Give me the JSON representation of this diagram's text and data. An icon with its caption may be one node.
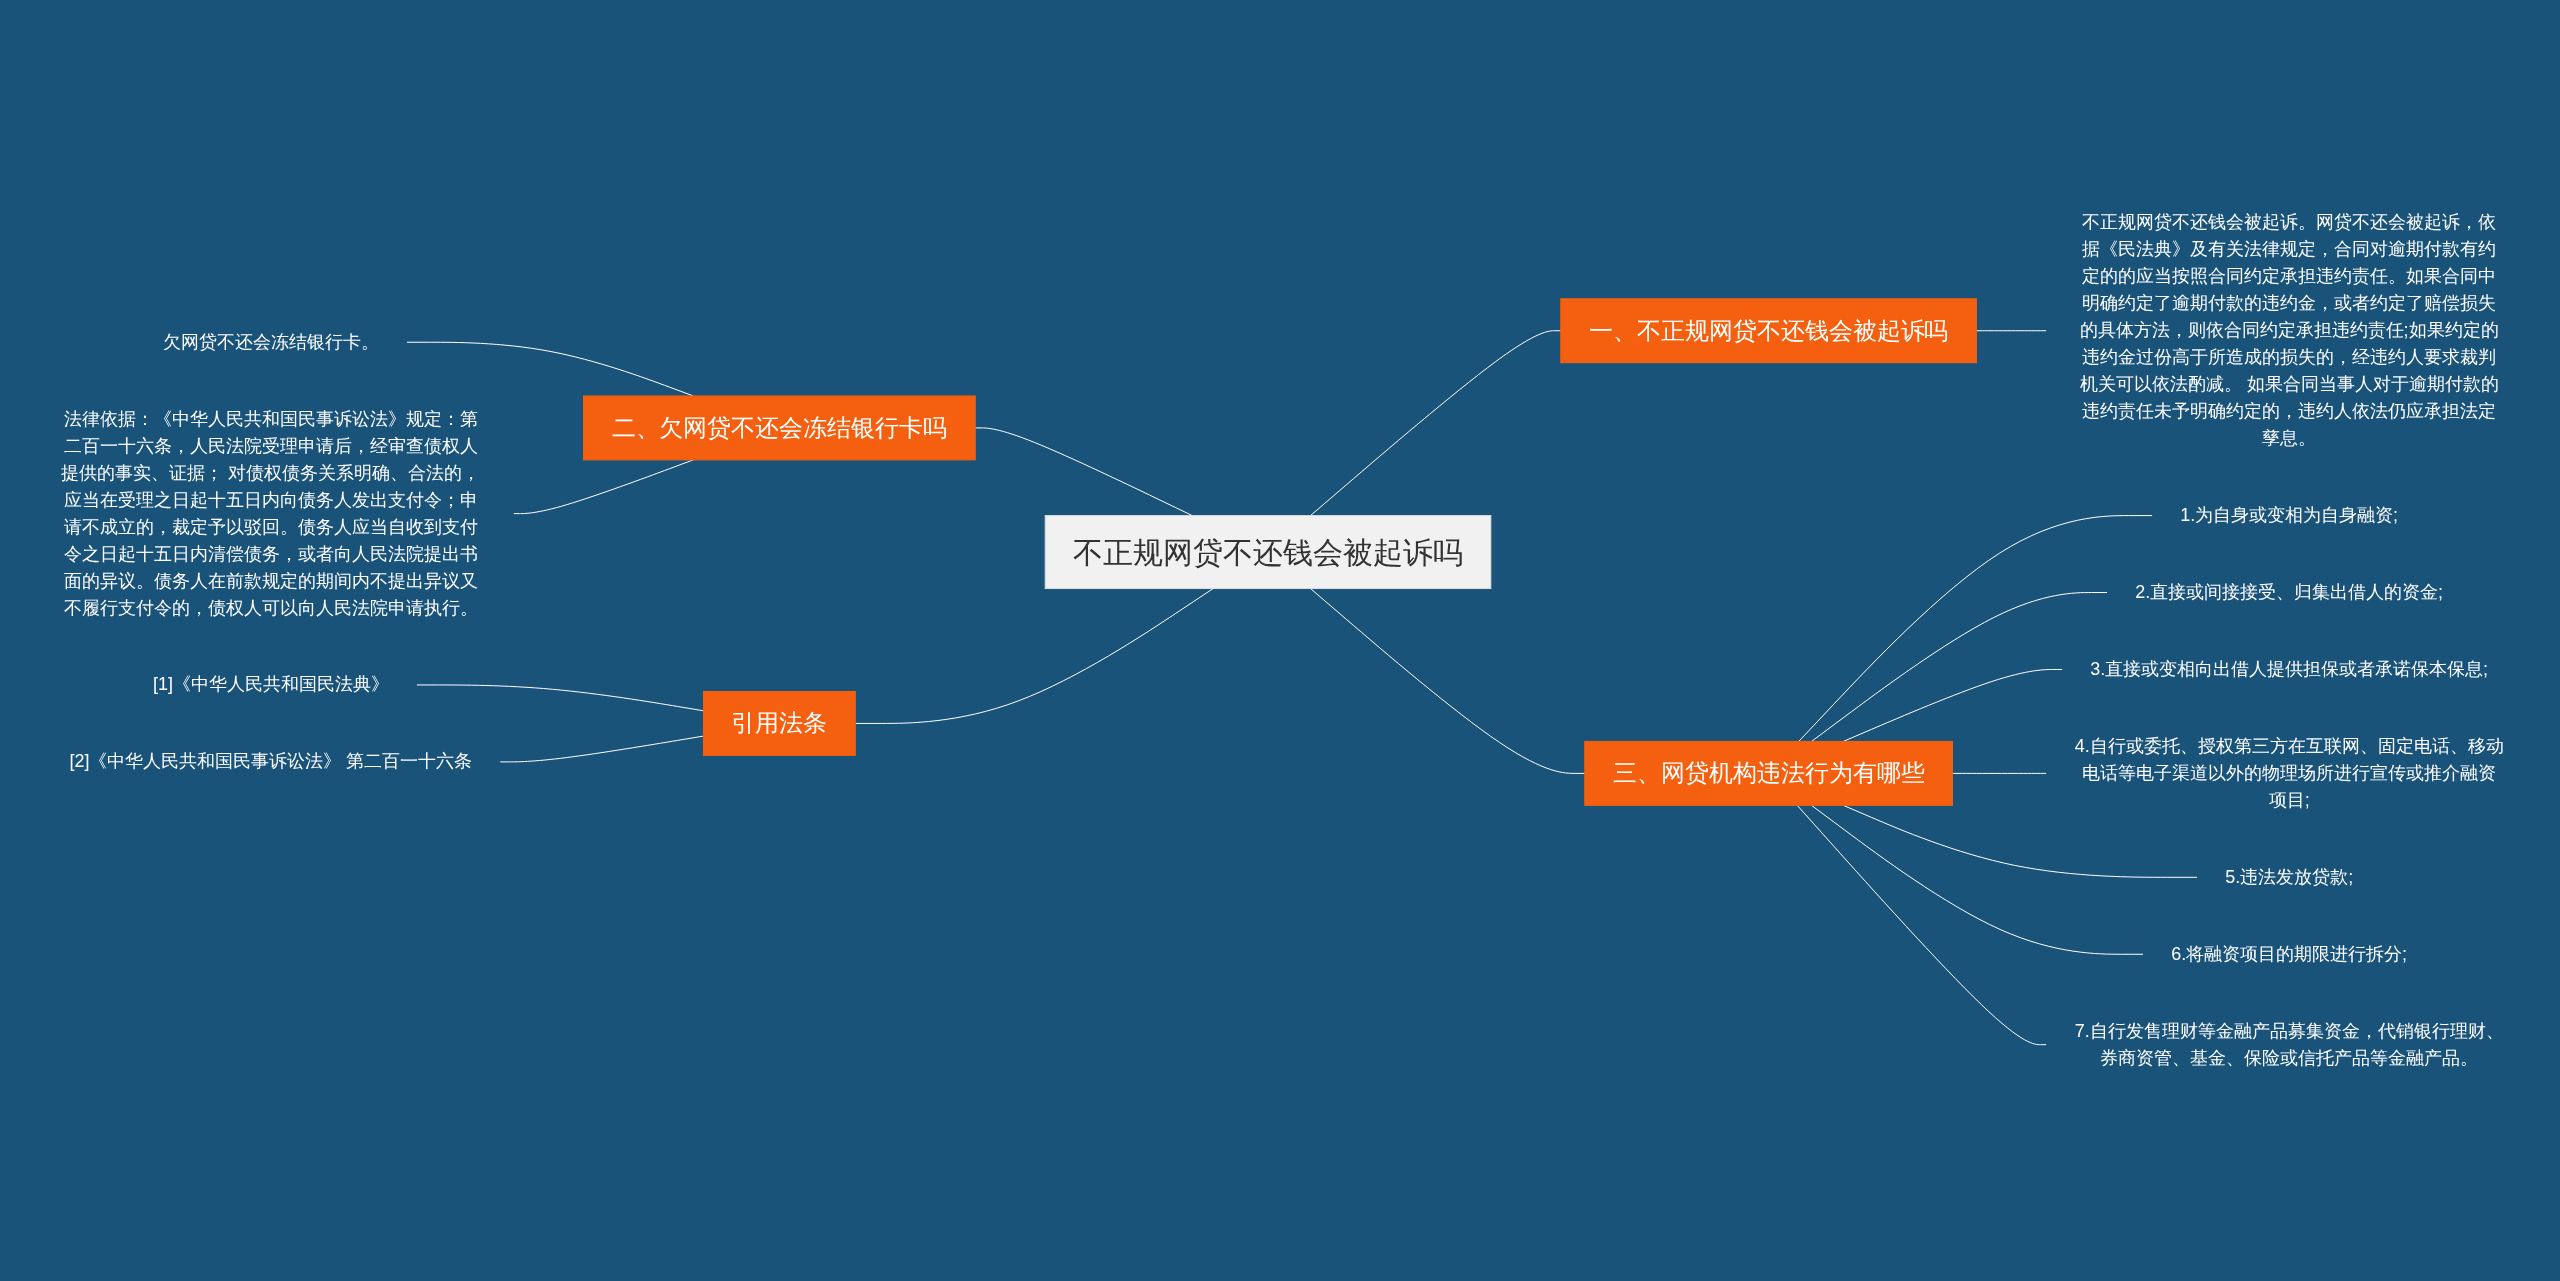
{
  "diagram": {
    "nodes": [
      {
        "text": [
          "不正规网贷不还钱会被起诉吗"
        ]
      },
      {
        "text": [
          "一、不正规网贷不还钱会被起诉吗"
        ]
      },
      {
        "text": [
          "不正规网贷不还钱会被起诉。网贷不还会被起诉，依据《民法典》及有关法律规定，合同对逾期付款有约定的的应当按照合同约定承担违约责任。如果合同中明确约定了逾期付款的违约金，或者约定了赔偿损失的具体方法，则依合同约定承担违约责任;如果约定的违约金过份高于所造成的损失的，经违约人要求裁判机关可以依法酌减。 如果合同当事人对于逾期付款的违约责任未予明确约定的，违约人依法仍应承担法定孳息。"
        ]
      },
      {
        "text": [
          "二、欠网贷不还会冻结银行卡吗"
        ]
      },
      {
        "text": [
          "欠网贷不还会冻结银行卡。"
        ]
      },
      {
        "text": [
          "法律依据：《中华人民共和国民事诉讼法》规定：第二百一十六条，人民法院受理申请后，经审查债权人提供的事实、证据； 对债权债务关系明确、合法的，应当在受理之日起十五日内向债务人发出支付令；申请不成立的，裁定予以驳回。债务人应当自收到支付令之日起十五日内清偿债务，或者向人民法院提出书面的异议。债务人在前款规定的期间内不提出异议又不履行支付令的，债权人可以向人民法院申请执行。"
        ]
      },
      {
        "text": [
          "三、网贷机构违法行为有哪些"
        ]
      },
      {
        "text": [
          "1.为自身或变相为自身融资;"
        ]
      },
      {
        "text": [
          "2.直接或间接接受、归集出借人的资金;"
        ]
      },
      {
        "text": [
          "3.直接或变相向出借人提供担保或者承诺保本保息;"
        ]
      },
      {
        "text": [
          "4.自行或委托、授权第三方在互联网、固定电话、移动电话等电子渠道以外的物理场所进行宣传或推介融资项目;"
        ]
      },
      {
        "text": [
          "5.违法发放贷款;"
        ]
      },
      {
        "text": [
          "6.将融资项目的期限进行拆分;"
        ]
      },
      {
        "text": [
          "7.自行发售理财等金融产品募集资金，代销银行理财、券商资管、基金、保险或信托产品等金融产品。"
        ]
      },
      {
        "text": [
          "引用法条"
        ]
      },
      {
        "text": [
          "[1]《中华人民共和国民法典》"
        ]
      },
      {
        "text": [
          "[2]《中华人民共和国民事诉讼法》 第二百一十六条"
        ]
      }
    ],
    "edges": [
      {
        "from": 0,
        "to": 1,
        "arrow": "none"
      },
      {
        "from": 1,
        "to": 2,
        "arrow": "none"
      },
      {
        "from": 4,
        "to": 3,
        "arrow": "none"
      },
      {
        "from": 5,
        "to": 3,
        "arrow": "none"
      },
      {
        "from": 3,
        "to": 0,
        "arrow": "none"
      },
      {
        "from": 0,
        "to": 6,
        "arrow": "none"
      },
      {
        "from": 6,
        "to": 7,
        "arrow": "none"
      },
      {
        "from": 6,
        "to": 8,
        "arrow": "none"
      },
      {
        "from": 6,
        "to": 9,
        "arrow": "none"
      },
      {
        "from": 6,
        "to": 10,
        "arrow": "none"
      },
      {
        "from": 6,
        "to": 11,
        "arrow": "none"
      },
      {
        "from": 6,
        "to": 12,
        "arrow": "none"
      },
      {
        "from": 6,
        "to": 13,
        "arrow": "none"
      },
      {
        "from": 15,
        "to": 14,
        "arrow": "none"
      },
      {
        "from": 16,
        "to": 14,
        "arrow": "none"
      },
      {
        "from": 14,
        "to": 0,
        "arrow": "none"
      }
    ]
  }
}
